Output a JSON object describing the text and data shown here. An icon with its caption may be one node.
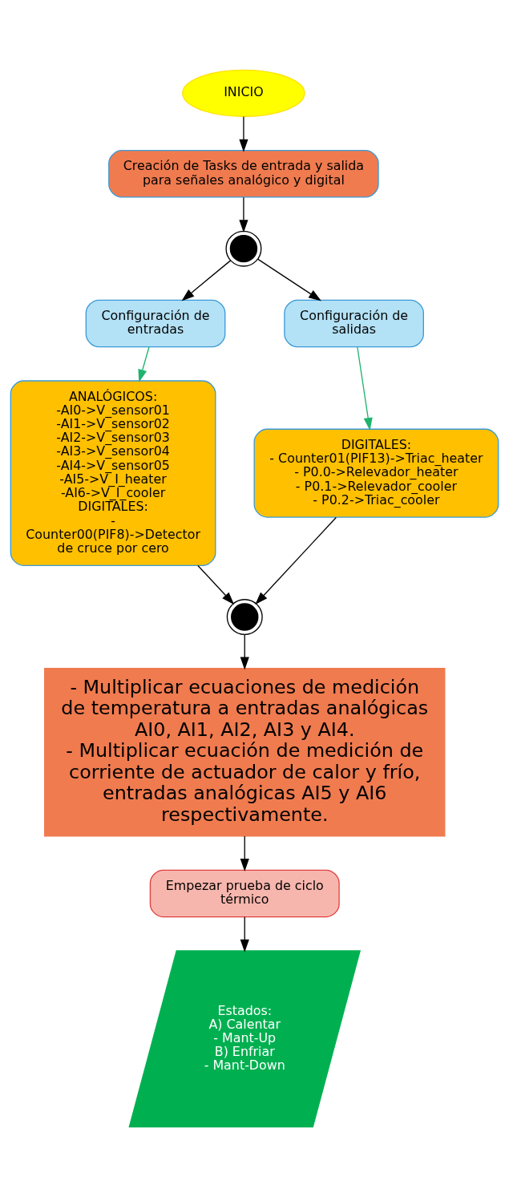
{
  "diagram": {
    "nodes": [
      {
        "text": [
          "INICIO"
        ]
      },
      {
        "text": [
          "Creación de Tasks de entrada y salida para señales analógico y digital"
        ]
      },
      {
        "text": [],
        "shape": "circle"
      },
      {
        "text": [
          "Configuración de entradas"
        ]
      },
      {
        "text": [
          "Configuración de salidas"
        ]
      },
      {
        "text": [
          "ANALÓGICOS:",
          "-AI0->V_sensor01",
          "-AI1->V_sensor02",
          "-AI2->V_sensor03",
          "-AI3->V_sensor04",
          "-AI4->V_sensor05",
          "-AI5->V_I_heater",
          "-AI6->V_I_cooler",
          "DIGITALES:",
          "- Counter00(PIF8)->Detector de cruce por cero"
        ]
      },
      {
        "text": [
          "DIGITALES:",
          "- Counter01(PIF13)->Triac_heater",
          "- P0.0->Relevador_heater",
          "- P0.1->Relevador_cooler",
          "- P0.2->Triac_cooler"
        ]
      },
      {
        "text": [],
        "shape": "circle"
      },
      {
        "text": [
          "- Multiplicar ecuaciones de medición de temperatura a entradas analógicas AI0, AI1, AI2, AI3 y AI4.",
          "- Multiplicar ecuación de medición de corriente de actuador de calor y frío, entradas analógicas AI5 y AI6 respectivamente."
        ]
      },
      {
        "text": [
          "Empezar prueba de ciclo térmico"
        ]
      },
      {
        "text": [
          "Estados:",
          "A) Calentar",
          "- Mant-Up",
          "B) Enfriar",
          "- Mant-Down"
        ]
      }
    ],
    "edges": [
      {
        "from": 0,
        "to": 1,
        "arrow": "to"
      },
      {
        "from": 1,
        "to": 2,
        "arrow": "to"
      },
      {
        "from": 2,
        "to": 3,
        "arrow": "to"
      },
      {
        "from": 2,
        "to": 4,
        "arrow": "to"
      },
      {
        "from": 3,
        "to": 5,
        "arrow": "to",
        "color": "#1fb36e"
      },
      {
        "from": 4,
        "to": 6,
        "arrow": "to",
        "color": "#1fb36e"
      },
      {
        "from": 5,
        "to": 7,
        "arrow": "to"
      },
      {
        "from": 6,
        "to": 7,
        "arrow": "to"
      },
      {
        "from": 7,
        "to": 8,
        "arrow": "to"
      },
      {
        "from": 8,
        "to": 9,
        "arrow": "to"
      },
      {
        "from": 9,
        "to": 10,
        "arrow": "to"
      }
    ]
  }
}
